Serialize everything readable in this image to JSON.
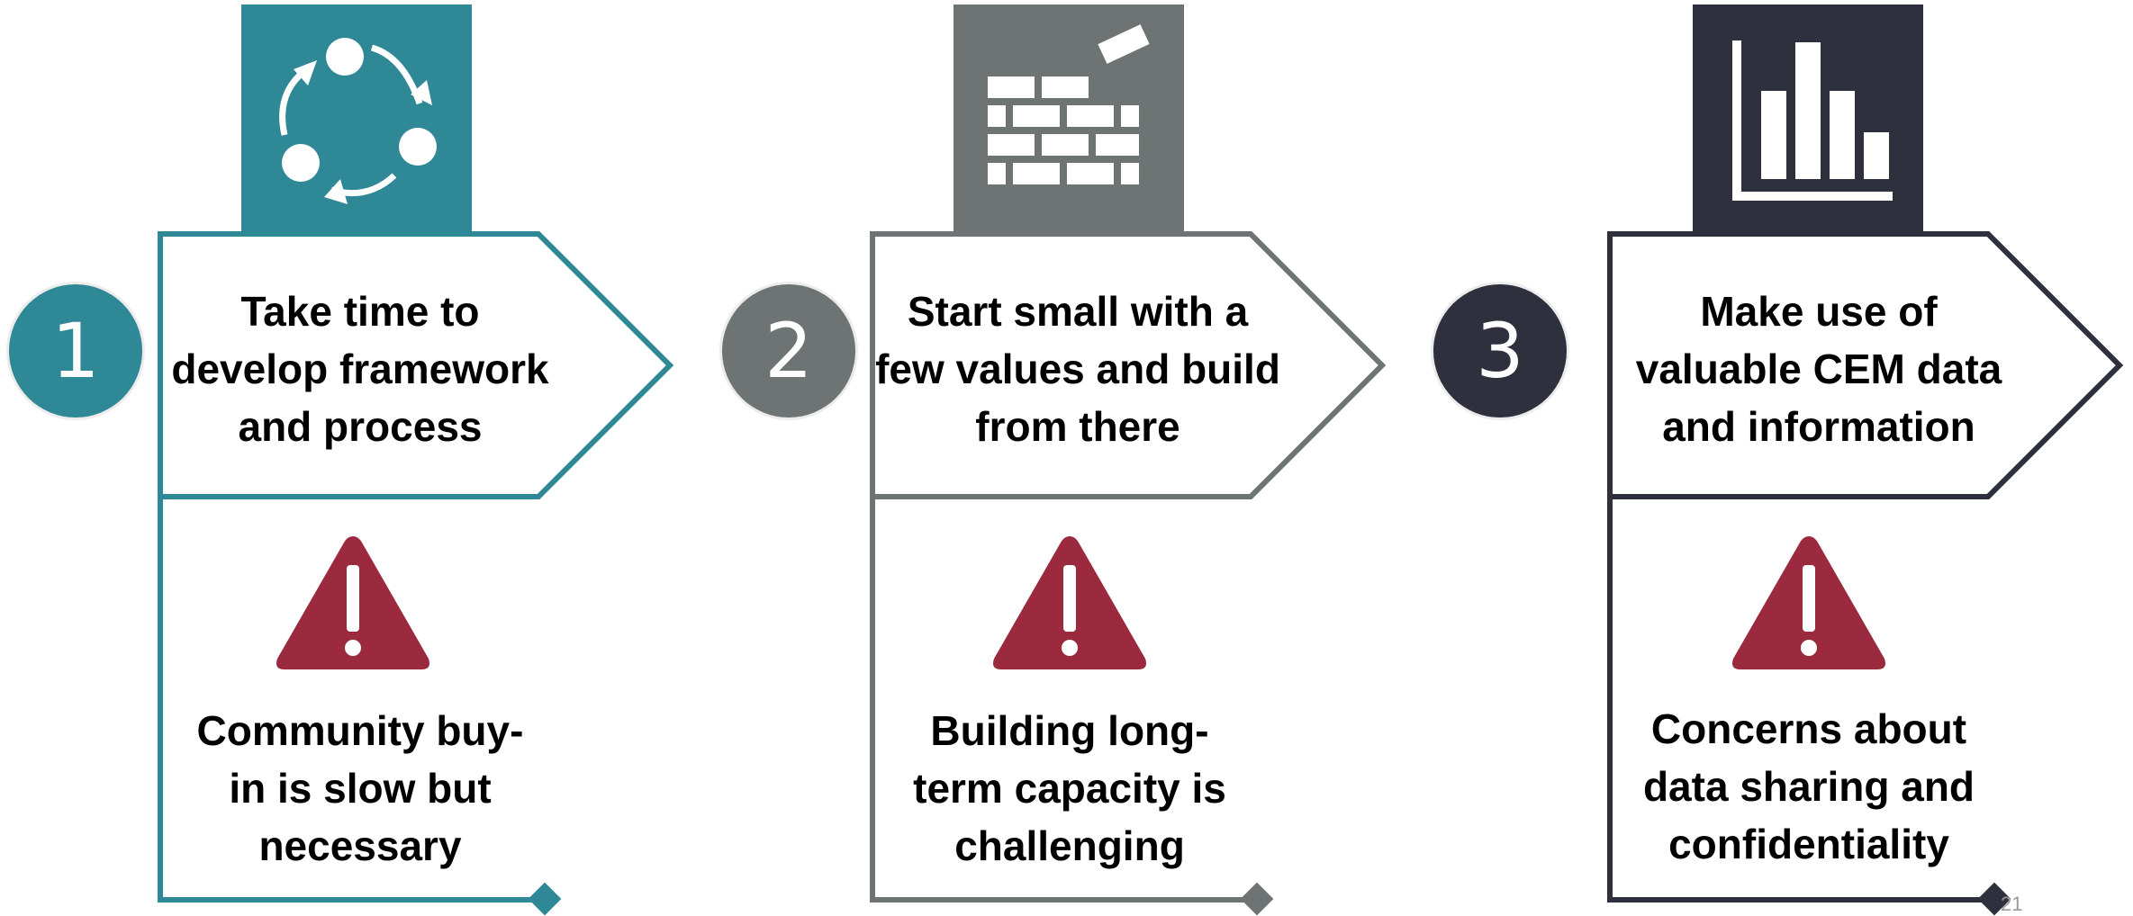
{
  "steps": [
    {
      "number": "1",
      "color": "#2f8896",
      "icon": "cycle-arrows-icon",
      "title_lines": [
        "Take time to",
        "develop framework",
        "and process"
      ],
      "challenge_lines": [
        "Community buy-",
        "in is slow but",
        "necessary"
      ]
    },
    {
      "number": "2",
      "color": "#6e7473",
      "icon": "brick-wall-icon",
      "title_lines": [
        "Start small with a",
        "few values and build",
        "from there"
      ],
      "challenge_lines": [
        "Building long-",
        "term capacity is",
        "challenging"
      ]
    },
    {
      "number": "3",
      "color": "#2e303d",
      "icon": "bar-chart-icon",
      "title_lines": [
        "Make use of",
        "valuable CEM data",
        "and information"
      ],
      "challenge_lines": [
        "Concerns about",
        "data sharing and",
        "confidentiality"
      ]
    }
  ],
  "warning_color": "#9b2a3f",
  "warning_icon": "warning-triangle-icon",
  "page_number": "21"
}
